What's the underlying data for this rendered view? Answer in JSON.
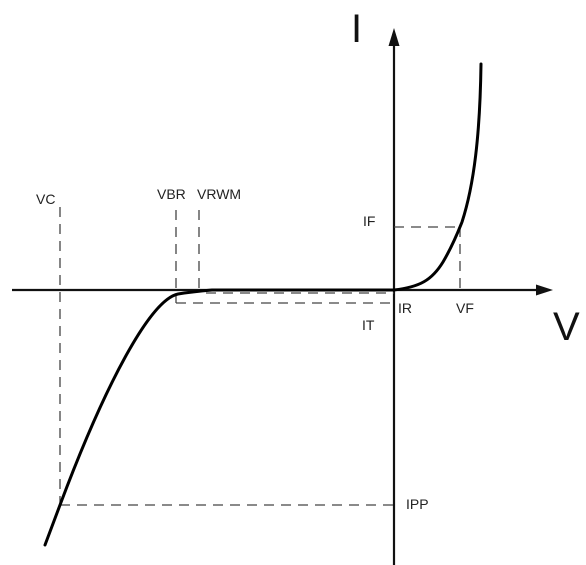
{
  "axes": {
    "current_label": "I",
    "voltage_label": "V"
  },
  "labels": {
    "vc": "VC",
    "vbr": "VBR",
    "vrwm": "VRWM",
    "if": "IF",
    "ir": "IR",
    "it": "IT",
    "vf": "VF",
    "ipp": "IPP"
  },
  "colors": {
    "axis": "#111111",
    "curve": "#000000",
    "dash": "#444444",
    "text": "#222222"
  }
}
